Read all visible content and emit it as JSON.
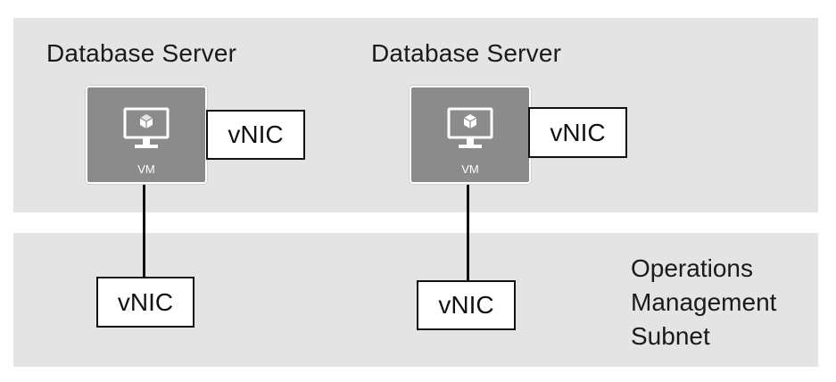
{
  "servers": [
    {
      "title": "Database Server",
      "vm_label": "VM",
      "attached_vnic": "vNIC",
      "subnet_vnic": "vNIC",
      "vm_icon": "virtual-machine-icon"
    },
    {
      "title": "Database Server",
      "vm_label": "VM",
      "attached_vnic": "vNIC",
      "subnet_vnic": "vNIC",
      "vm_icon": "virtual-machine-icon"
    }
  ],
  "subnet": {
    "lines": [
      "Operations",
      "Management",
      "Subnet"
    ]
  },
  "colors": {
    "band": "#e4e4e5",
    "vm_fill": "#8b8b8b",
    "line": "#111111"
  }
}
